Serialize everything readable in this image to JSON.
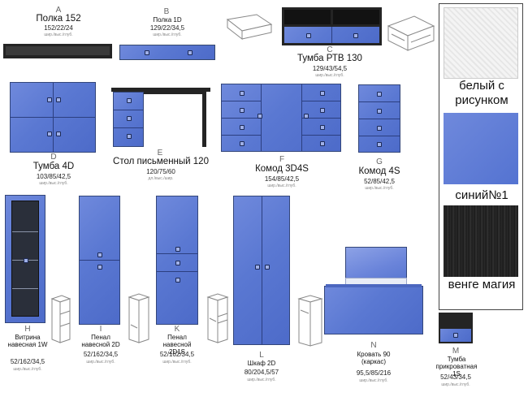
{
  "items": {
    "A": {
      "letter": "A",
      "name": "Полка 152",
      "dims": "152/22/24",
      "unit": "шир./выс./глуб."
    },
    "B": {
      "letter": "B",
      "name": "Полка 1D",
      "dims": "129/22/34,5",
      "unit": "шир./выс./глуб."
    },
    "C": {
      "letter": "C",
      "name": "Тумба РТВ 130",
      "dims": "129/43/54,5",
      "unit": "шир./выс./глуб."
    },
    "D": {
      "letter": "D",
      "name": "Тумба 4D",
      "dims": "103/85/42,5",
      "unit": "шир./выс./глуб."
    },
    "E": {
      "letter": "E",
      "name": "Стол письменный 120",
      "dims": "120/75/60",
      "unit": "дл./выс./шир."
    },
    "F": {
      "letter": "F",
      "name": "Комод 3D4S",
      "dims": "154/85/42,5",
      "unit": "шир./выс./глуб."
    },
    "G": {
      "letter": "G",
      "name": "Комод 4S",
      "dims": "52/85/42,5",
      "unit": "шир./выс./глуб."
    },
    "H": {
      "letter": "H",
      "name": "Витрина навесная 1W",
      "dims": "52/162/34,5",
      "unit": "шир./выс./глуб."
    },
    "I": {
      "letter": "I",
      "name": "Пенал навесной 2D",
      "dims": "52/162/34,5",
      "unit": "шир./выс./глуб."
    },
    "K": {
      "letter": "K",
      "name": "Пенал навесной 2D1S",
      "dims": "52/162/34,5",
      "unit": "шир./выс./глуб."
    },
    "L": {
      "letter": "L",
      "name": "Шкаф 2D",
      "dims": "80/204,5/57",
      "unit": "шир./выс./глуб."
    },
    "N": {
      "letter": "N",
      "name": "Кровать 90 (каркас)",
      "dims": "95,5/85/216",
      "unit": "шир./выс./глуб."
    },
    "M": {
      "letter": "M",
      "name": "Тумба прикроватная 1S",
      "dims": "52/43/34,5",
      "unit": "шир./выс./глуб."
    }
  },
  "swatches": [
    {
      "label": "белый с рисунком",
      "color": "#f0f0f0"
    },
    {
      "label": "синий№1",
      "color": "#6280d6"
    },
    {
      "label": "венге магия",
      "color": "#232323"
    }
  ]
}
